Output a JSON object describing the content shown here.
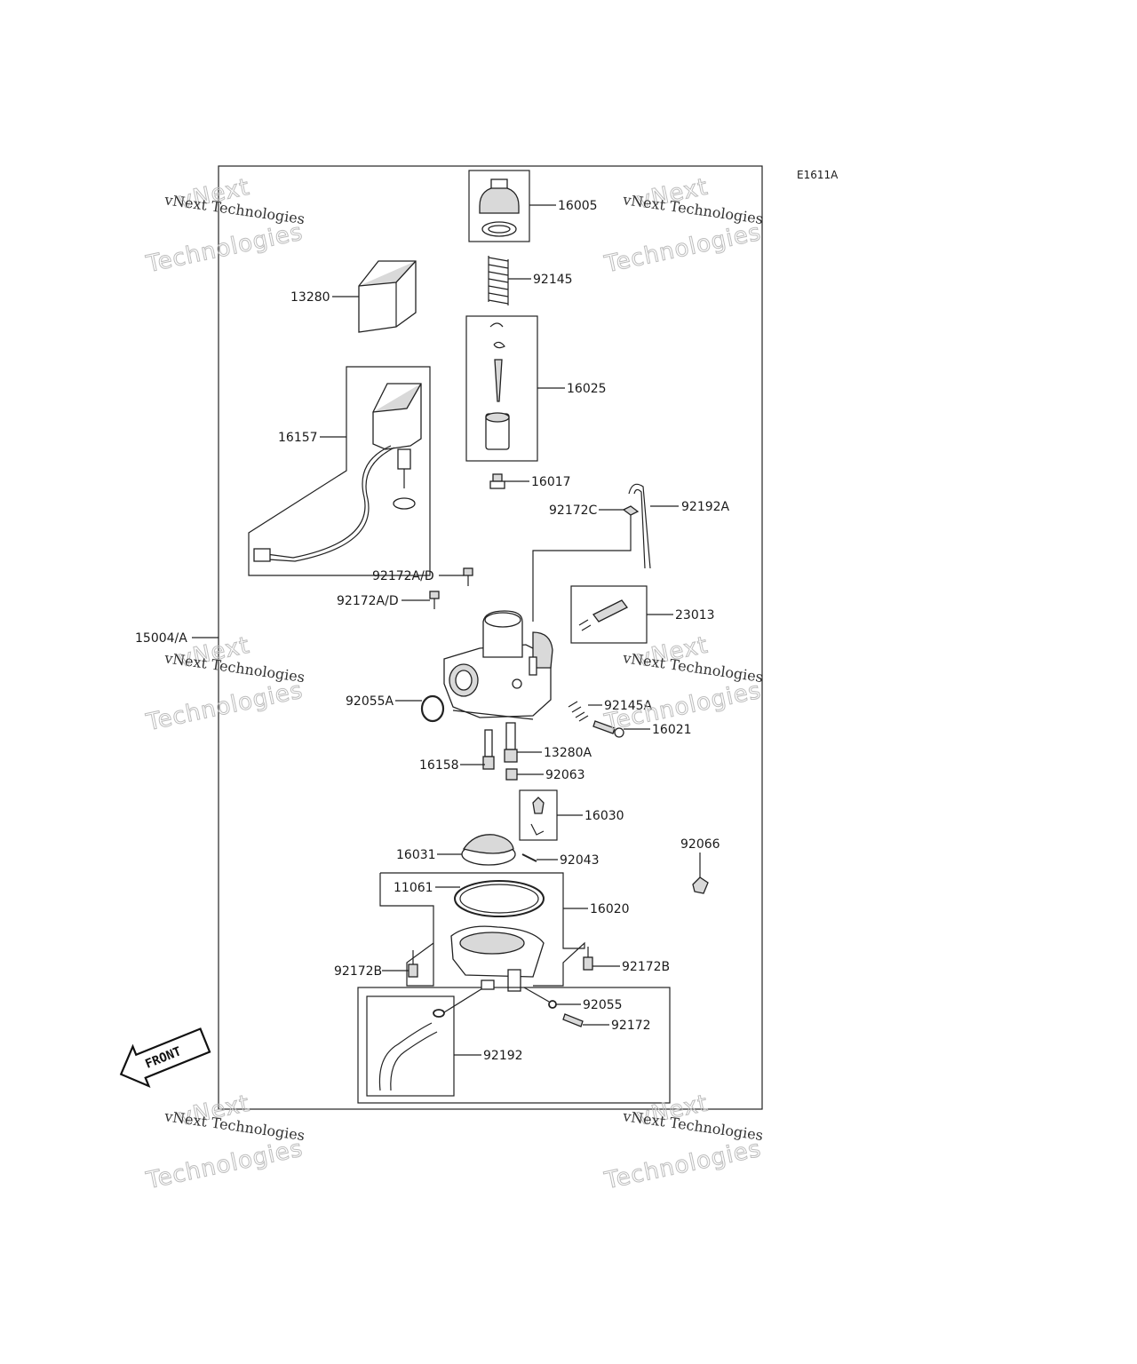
{
  "diagram": {
    "ref_code": "E1611A",
    "front_label": "FRONT",
    "watermark": {
      "line1": "vNext Technologies",
      "line2": "Technologies",
      "line3": "vNext"
    },
    "parts": {
      "p16005": "16005",
      "p92145": "92145",
      "p13280": "13280",
      "p16025": "16025",
      "p16157": "16157",
      "p16017": "16017",
      "p92172C": "92172C",
      "p92192A": "92192A",
      "p92172AD_1": "92172A/D",
      "p92172AD_2": "92172A/D",
      "p23013": "23013",
      "p15004A": "15004/A",
      "p92055A": "92055A",
      "p92145A": "92145A",
      "p16021": "16021",
      "p13280A": "13280A",
      "p16158": "16158",
      "p92063": "92063",
      "p16030": "16030",
      "p92066": "92066",
      "p16031": "16031",
      "p92043": "92043",
      "p11061": "11061",
      "p16020": "16020",
      "p92172B_l": "92172B",
      "p92172B_r": "92172B",
      "p92055": "92055",
      "p92172": "92172",
      "p92192": "92192"
    }
  }
}
